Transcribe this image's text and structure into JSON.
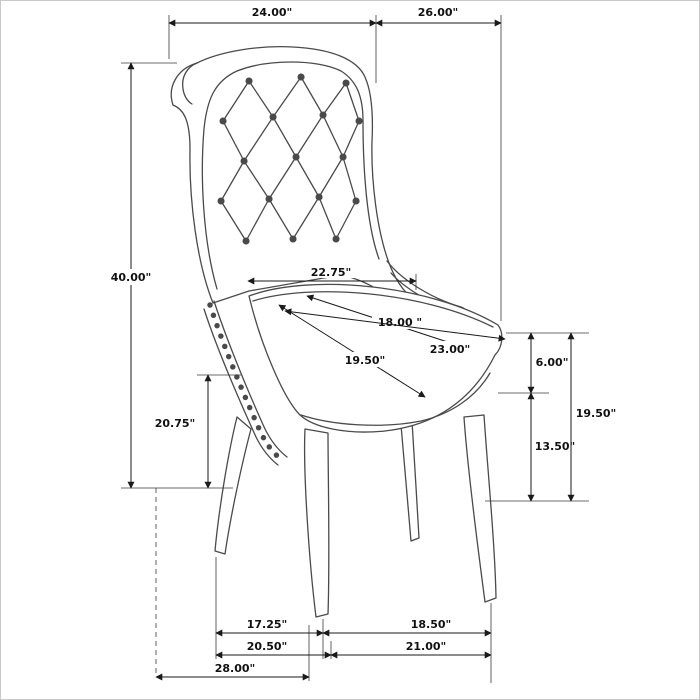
{
  "diagram": {
    "title": "chair-dimension-drawing",
    "dims": {
      "top_left": "24.00\"",
      "top_right": "26.00\"",
      "overall_height": "40.00\"",
      "arm_height": "20.75\"",
      "seat_back_width": "22.75\"",
      "seat_depth": "18.00 \"",
      "seat_front_width": "23.00\"",
      "seat_diagonal": "19.50\"",
      "cushion_thickness": "6.00\"",
      "back_seat_height": "19.50\"",
      "seat_to_floor": "13.50\"",
      "leg_span_side": "17.25\"",
      "leg_span_front": "18.50\"",
      "base_depth": "20.50\"",
      "base_width": "21.00\"",
      "overall_depth": "28.00\""
    }
  },
  "colors": {
    "chair_line": "#4a4a4a",
    "dimension_line": "#1a1a1a",
    "background": "#ffffff"
  }
}
